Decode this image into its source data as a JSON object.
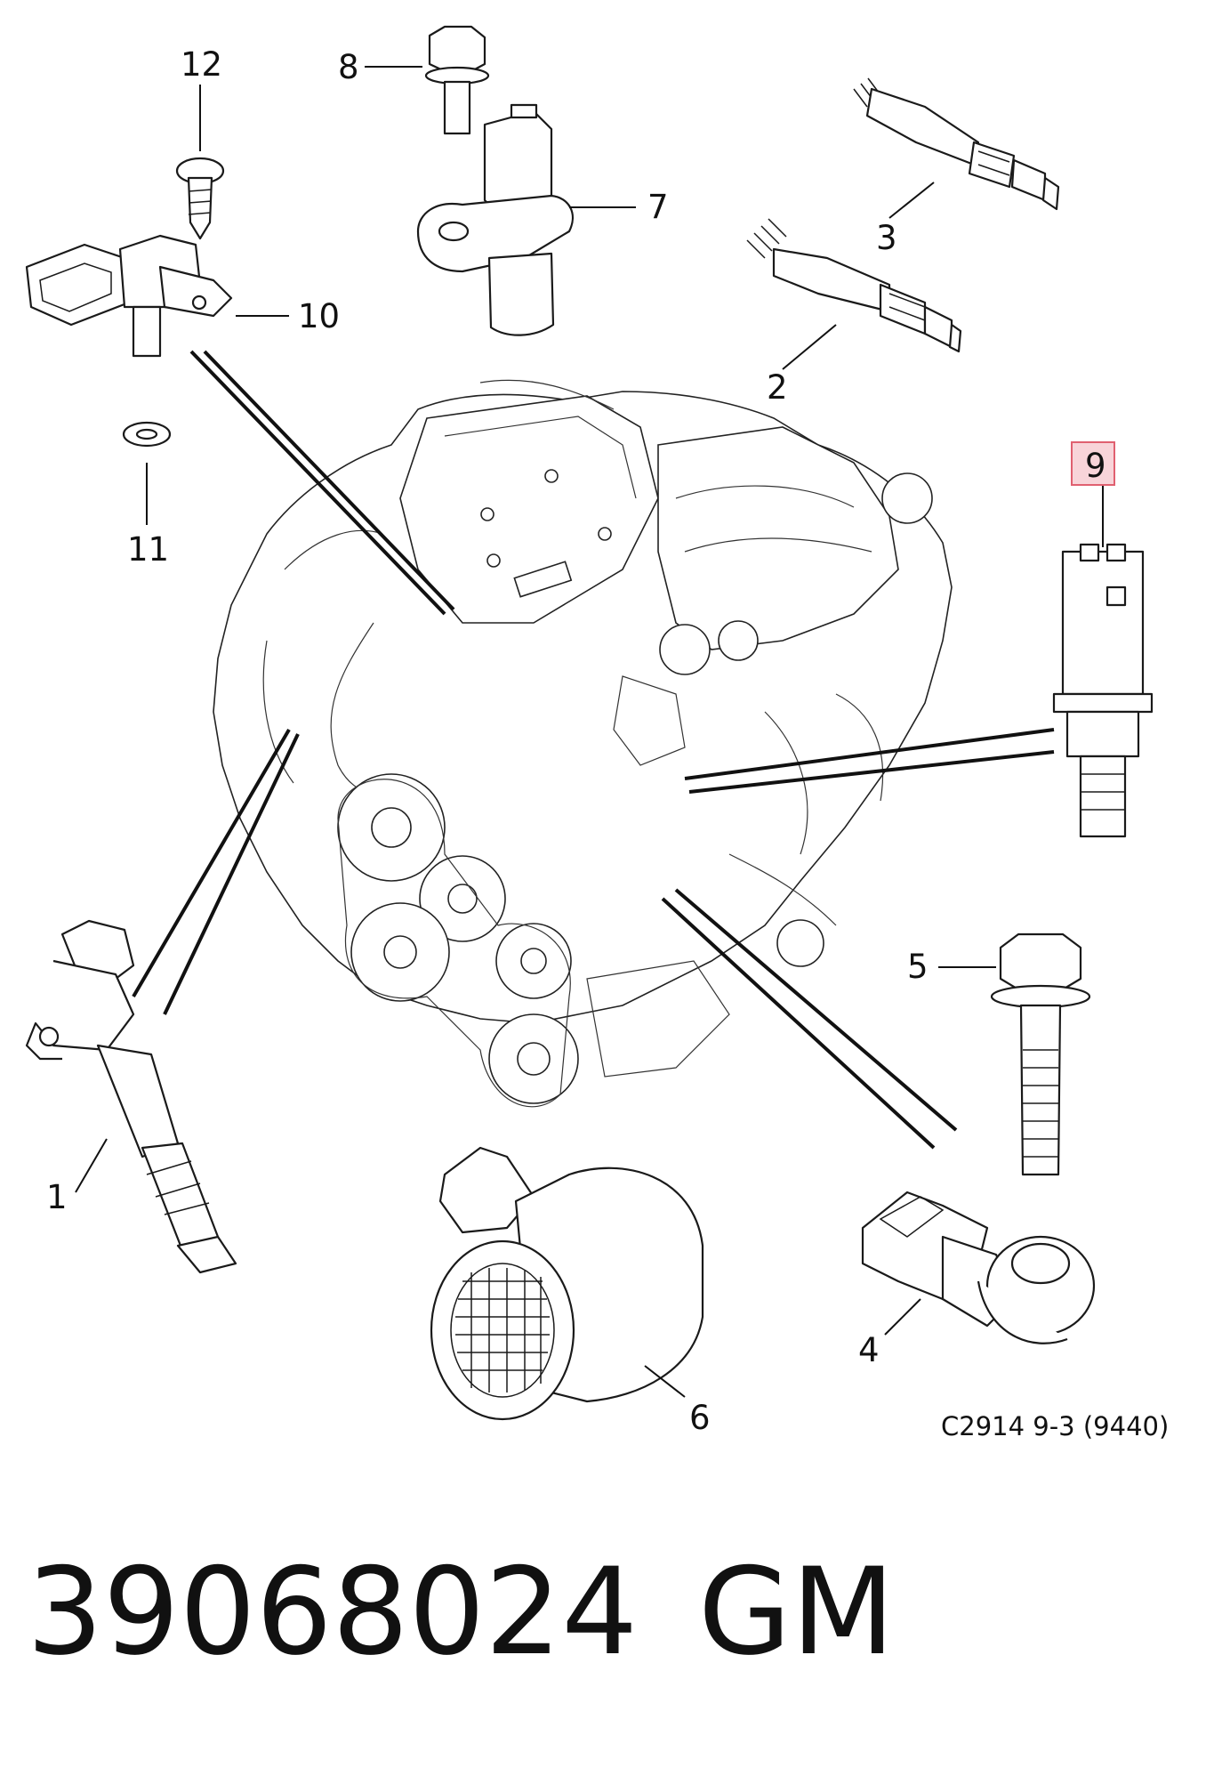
{
  "callouts": [
    {
      "id": "1",
      "text": "1"
    },
    {
      "id": "2",
      "text": "2"
    },
    {
      "id": "3",
      "text": "3"
    },
    {
      "id": "4",
      "text": "4"
    },
    {
      "id": "5",
      "text": "5"
    },
    {
      "id": "6",
      "text": "6"
    },
    {
      "id": "7",
      "text": "7"
    },
    {
      "id": "8",
      "text": "8"
    },
    {
      "id": "9",
      "text": "9"
    },
    {
      "id": "10",
      "text": "10"
    },
    {
      "id": "11",
      "text": "11"
    },
    {
      "id": "12",
      "text": "12"
    }
  ],
  "highlight_color": "#e06070",
  "reference": "C2914 9-3 (9440)",
  "part_number": "39068024",
  "brand": "GM"
}
